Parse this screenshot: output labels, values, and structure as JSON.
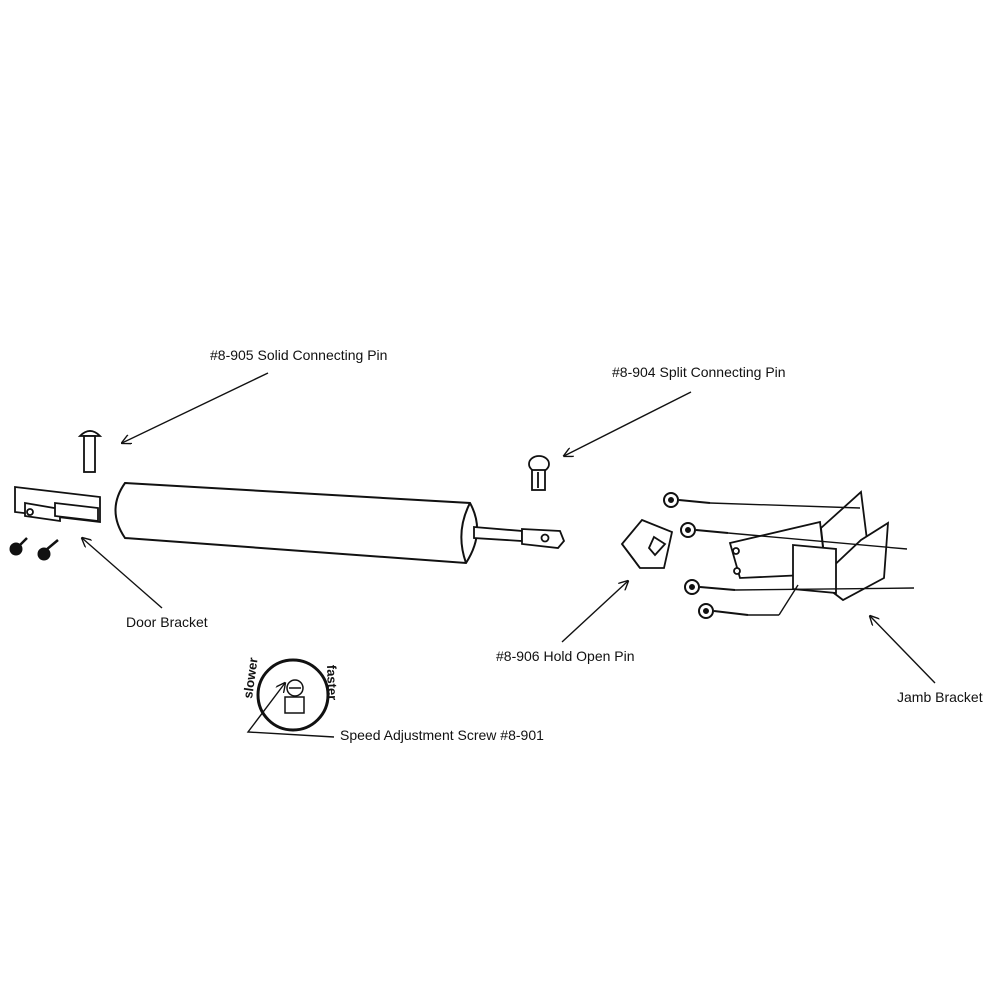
{
  "labels": {
    "solid_pin": "#8-905 Solid Connecting Pin",
    "split_pin": "#8-904 Split Connecting Pin",
    "door_bracket": "Door Bracket",
    "hold_open_pin": "#8-906 Hold Open Pin",
    "jamb_bracket": "Jamb Bracket",
    "speed_screw": "Speed Adjustment Screw #8-901"
  },
  "dial": {
    "slower": "slower",
    "faster": "faster"
  },
  "colors": {
    "line": "#111111",
    "background": "#ffffff"
  }
}
